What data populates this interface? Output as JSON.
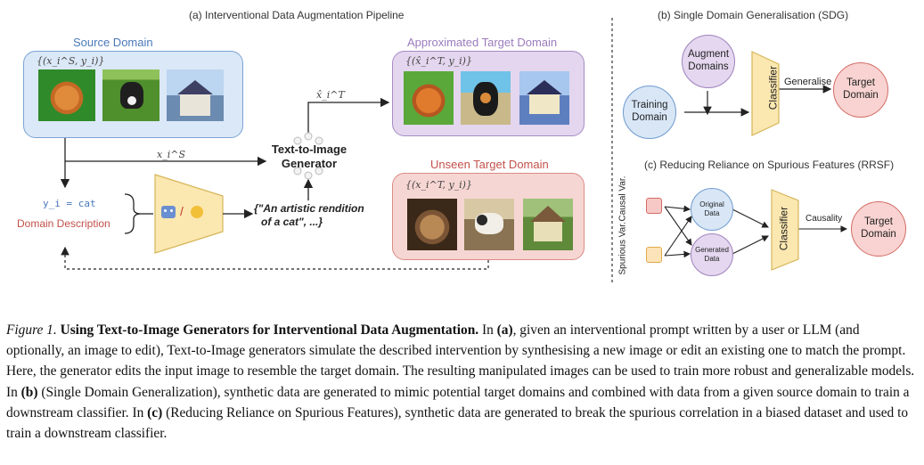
{
  "panel_a": {
    "title": "(a) Interventional Data Augmentation Pipeline",
    "source_domain": {
      "title": "Source Domain",
      "math": "{(x_i^S, y_i)}"
    },
    "approx_domain": {
      "title": "Approximated Target Domain",
      "math": "{(x̂_i^T, y_i)}"
    },
    "unseen_domain": {
      "title": "Unseen Target Domain",
      "math": "{(x_i^T, y_i)}"
    },
    "generator_label_1": "Text-to-Image",
    "generator_label_2": "Generator",
    "xs_label": "x_i^S",
    "xhat_label": "x̂_i^T",
    "label_y": "y_i = cat",
    "domain_description": "Domain Description",
    "prompt_line1": "{\"An artistic rendition",
    "prompt_line2": "of a cat\", ...}",
    "slash": "/"
  },
  "panel_b": {
    "title": "(b) Single Domain Generalisation (SDG)",
    "augment_1": "Augment",
    "augment_2": "Domains",
    "training_1": "Training",
    "training_2": "Domain",
    "classifier": "Classifier",
    "generalise": "Generalise",
    "target_1": "Target",
    "target_2": "Domain"
  },
  "panel_c": {
    "title": "(c) Reducing Reliance on Spurious Features (RRSF)",
    "causal_1": "Causal",
    "causal_2": "Var.",
    "spurious_1": "Spurious",
    "spurious_2": "Var.",
    "original_1": "Original",
    "original_2": "Data",
    "generated_1": "Generated",
    "generated_2": "Data",
    "classifier": "Classifier",
    "causality": "Causality",
    "target_1": "Target",
    "target_2": "Domain"
  },
  "caption": {
    "fig": "Figure 1.",
    "bold_title": "Using Text-to-Image Generators for Interventional Data Augmentation.",
    "t1": " In ",
    "a": "(a)",
    "t2": ", given an interventional prompt written by a user or LLM (and optionally, an image to edit), Text-to-Image generators simulate the described intervention by synthesising a new image or edit an existing one to match the prompt. Here, the generator edits the input image to resemble the target domain. The resulting manipulated images can be used to train more robust and generalizable models. In ",
    "b": "(b)",
    "t3": " (Single Domain Generalization), synthetic data are generated to mimic potential target domains and combined with data from a given source domain to train a downstream classifier. In ",
    "c": "(c)",
    "t4": " (Reducing Reliance on Spurious Features), synthetic data are generated to break the spurious correlation in a biased dataset and used to train a downstream classifier."
  },
  "colors": {
    "blue_fill": "#dbe8f7",
    "purple_fill": "#e3d6ee",
    "red_fill": "#f6d6d3",
    "funnel_fill": "#fbe7b0",
    "blue_text": "#4a78b8",
    "purple_text": "#9b7bbd",
    "red_text": "#c2504a"
  }
}
